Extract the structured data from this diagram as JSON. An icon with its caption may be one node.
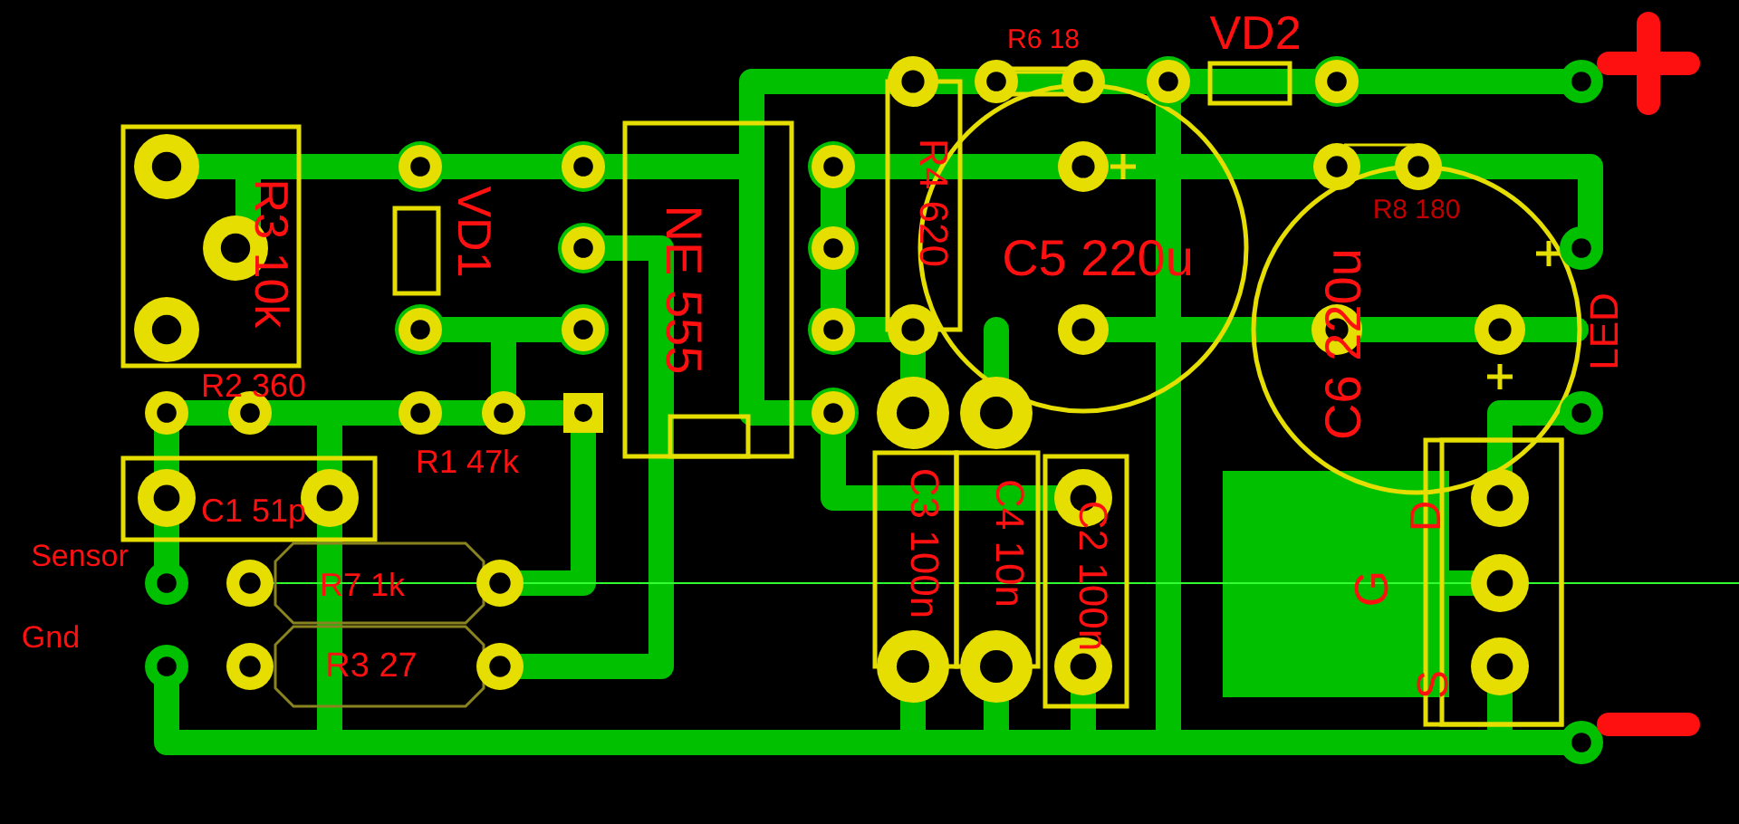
{
  "diagram": {
    "labels": [
      "R3 10k",
      "VD1",
      "NE 555",
      "R2 360",
      "R1 47k",
      "C1 51p",
      "Sensor",
      "Gnd",
      "R7 1k",
      "R3 27",
      "R6 18",
      "VD2",
      "R4 620",
      "C5 220u",
      "R8 180",
      "C6 220u",
      "LED",
      "C3 100n",
      "C4 10n",
      "C2 100n",
      "D",
      "G",
      "S"
    ]
  }
}
